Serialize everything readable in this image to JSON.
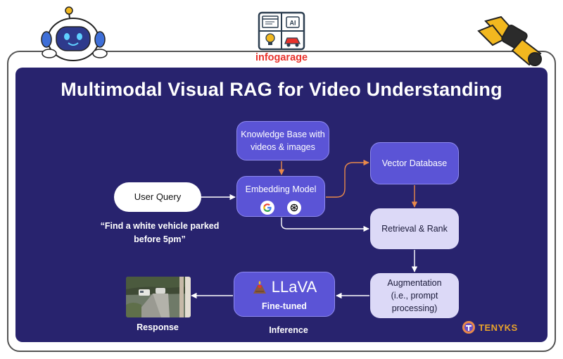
{
  "title": "Multimodal Visual RAG for Video Understanding",
  "brand": {
    "name": "infogarage",
    "ai_badge": "AI"
  },
  "nodes": {
    "knowledge_base": {
      "line1": "Knowledge Base with",
      "line2": "videos & images"
    },
    "embedding_model": {
      "label": "Embedding Model"
    },
    "vector_database": {
      "label": "Vector Database"
    },
    "retrieval_rank": {
      "label": "Retrieval & Rank"
    },
    "augmentation": {
      "line1": "Augmentation",
      "line2": "(i.e., prompt",
      "line3": "processing)"
    },
    "llava": {
      "title": "LLaVA",
      "subtitle": "Fine-tuned"
    },
    "user_query": {
      "label": "User Query"
    }
  },
  "query_text": {
    "line1": "“Find a white vehicle parked",
    "line2": "before 5pm”"
  },
  "labels": {
    "response": "Response",
    "inference": "Inference"
  },
  "footer_brand": "TENYKS",
  "icons": [
    "robot-mascot-icon",
    "robot-arm-icon",
    "google-logo-icon",
    "openai-logo-icon",
    "volcano-icon",
    "tenyks-logo-icon"
  ],
  "colors": {
    "panel": "#28236e",
    "node_dark": "#5b54d6",
    "node_light": "#dcd9f7",
    "arrow_white": "#ffffff",
    "arrow_orange": "#e8894a",
    "brand_red": "#e8322b",
    "tenyks": "#e8a32b"
  }
}
